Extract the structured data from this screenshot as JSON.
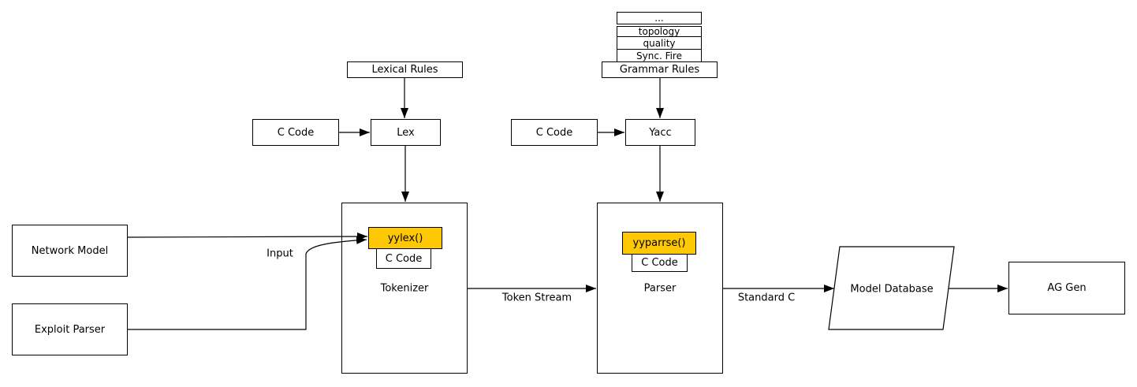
{
  "diagram": {
    "title_hint": "Lex/Yacc attack-graph generation pipeline",
    "stack": {
      "items": [
        "...",
        "topology",
        "quality",
        "Sync. Fire"
      ]
    },
    "nodes": {
      "lexical_rules": "Lexical Rules",
      "grammar_rules": "Grammar Rules",
      "c_code_lex_input": "C Code",
      "lex": "Lex",
      "c_code_yacc_input": "C Code",
      "yacc": "Yacc",
      "network_model": "Network Model",
      "exploit_parser": "Exploit Parser",
      "yylex": "yylex()",
      "yylex_c_code": "C Code",
      "tokenizer": "Tokenizer",
      "yyparse": "yyparrse()",
      "yyparse_c_code": "C Code",
      "parser": "Parser",
      "model_database": "Model Database",
      "ag_gen": "AG Gen"
    },
    "edge_labels": {
      "input": "Input",
      "token_stream": "Token Stream",
      "standard_c": "Standard C"
    },
    "colors": {
      "highlight": "#FFC805",
      "line": "#000000",
      "background": "#FFFFFF"
    }
  }
}
